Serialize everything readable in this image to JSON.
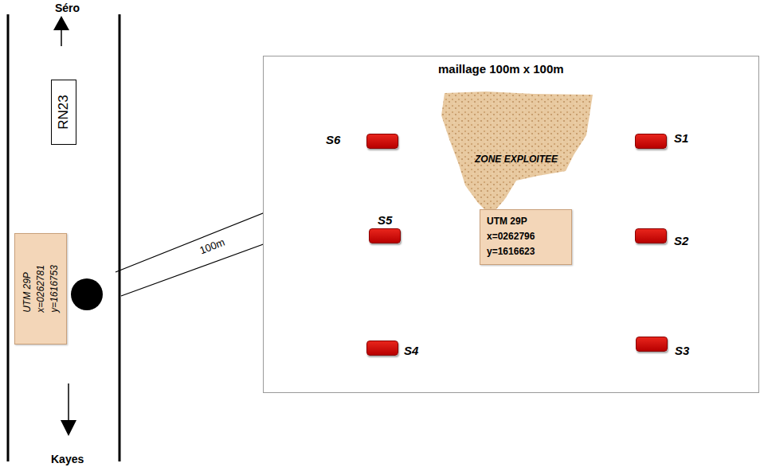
{
  "diagram": {
    "nodes": [
      {
        "text": [
          "RN23"
        ]
      },
      {
        "text": [
          "UTM  29P",
          "x=0262781",
          "y=1616753"
        ]
      },
      {
        "text": [
          "maillage 100m x 100m"
        ]
      },
      {
        "text": [
          "S6"
        ],
        "in": 2
      },
      {
        "text": [
          "ZONE EXPLOITEE"
        ],
        "in": 2
      },
      {
        "text": [
          "S1"
        ],
        "in": 2
      },
      {
        "text": [
          "S5"
        ],
        "in": 2
      },
      {
        "text": [
          "UTM  29P",
          "x=0262796",
          "y=1616623"
        ],
        "in": 2
      },
      {
        "text": [
          "S2"
        ],
        "in": 2
      },
      {
        "text": [
          "S4"
        ],
        "in": 2
      },
      {
        "text": [
          "S3"
        ],
        "in": 2
      }
    ],
    "labels": [
      "Séro",
      "Kayes",
      "100m"
    ]
  }
}
